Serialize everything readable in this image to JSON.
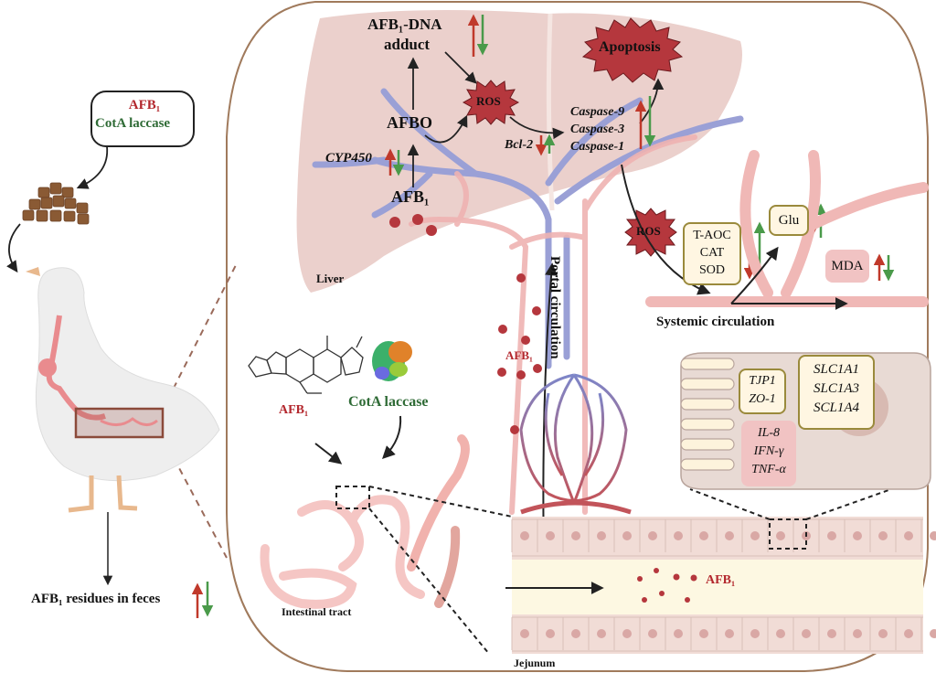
{
  "feed_box": {
    "line1": "AFB₁",
    "line2": "CotA laccase"
  },
  "feces": {
    "label": "AFB₁ residues in feces"
  },
  "liver": {
    "label": "Liver",
    "afb1": "AFB₁",
    "afbo": "AFBO",
    "cyp450": "CYP450",
    "dna_adduct_1": "AFB₁-DNA",
    "dna_adduct_2": "adduct",
    "ros": "ROS",
    "bcl2": "Bcl-2",
    "apoptosis": "Apoptosis",
    "caspases": [
      "Caspase-9",
      "Caspase-3",
      "Caspase-1"
    ]
  },
  "systemic": {
    "ros": "ROS",
    "antioxidants": [
      "T-AOC",
      "CAT",
      "SOD"
    ],
    "glu": "Glu",
    "mda": "MDA",
    "label": "Systemic circulation"
  },
  "portal": {
    "label": "Portal circulation",
    "afb1": "AFB₁"
  },
  "intestine": {
    "afb1_structure_label": "AFB₁",
    "cota_label": "CotA laccase",
    "tract_label": "Intestinal tract",
    "jejunum_label": "Jejunum",
    "lumen_afb1": "AFB₁"
  },
  "cell": {
    "tight_junction": [
      "TJP1",
      "ZO-1"
    ],
    "transporters": [
      "SLC1A1",
      "SLC1A3",
      "SCL1A4"
    ],
    "cytokines": [
      "IL-8",
      "IFN-γ",
      "TNF-α"
    ]
  },
  "colors": {
    "up_arrow": "#c0392b",
    "down_arrow": "#4a9a4a",
    "frame": "#a07a5c",
    "liver": "#ebd0cc",
    "ros": "#b5373d"
  }
}
